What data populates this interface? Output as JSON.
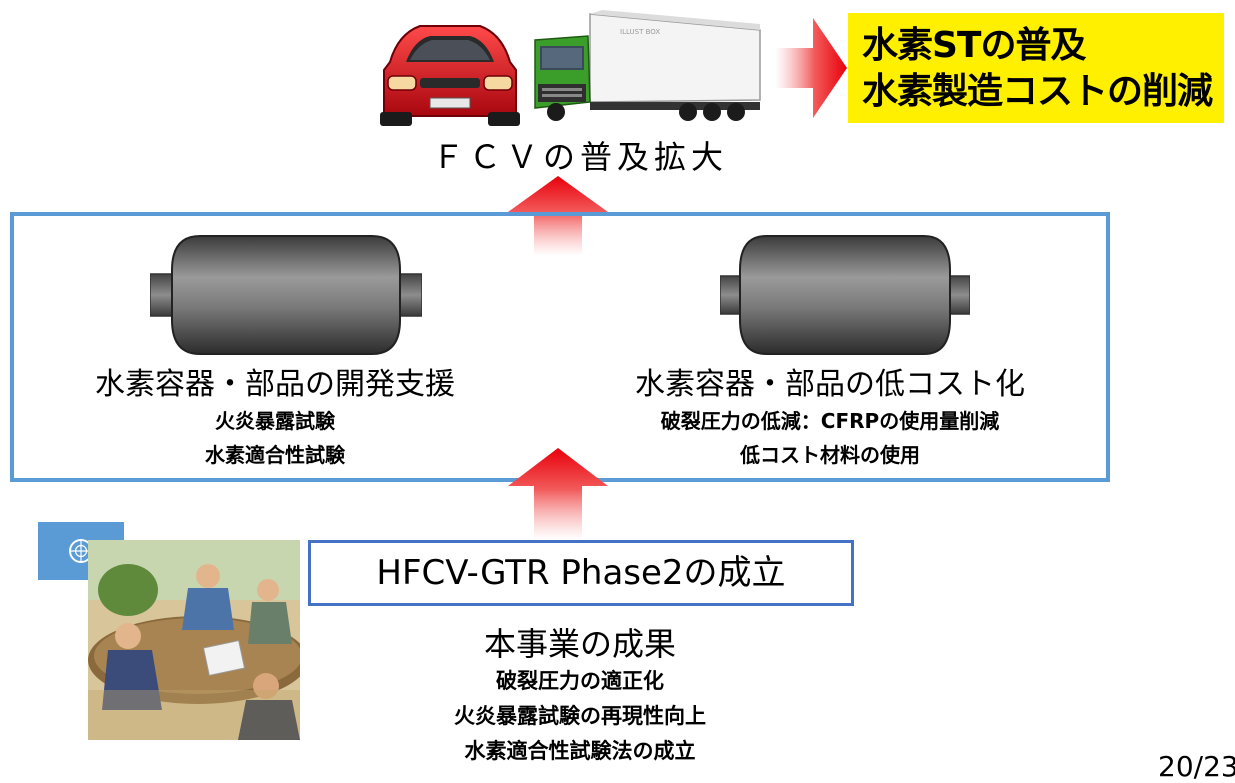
{
  "callout": {
    "line1": "水素STの普及",
    "line2": "水素製造コストの削減",
    "bg_color": "#fff000"
  },
  "top_caption": "ＦＣＶの普及拡大",
  "left_column": {
    "title": "水素容器・部品の開発支援",
    "items": [
      "火炎暴露試験",
      "水素適合性試験"
    ]
  },
  "right_column": {
    "title": "水素容器・部品の低コスト化",
    "items": [
      "破裂圧力の低減：CFRPの使用量削減",
      "低コスト材料の使用"
    ]
  },
  "result_box": {
    "label": "HFCV-GTR Phase2の成立",
    "border_color": "#4472c4"
  },
  "achievements": {
    "title": "本事業の成果",
    "items": [
      "破裂圧力の適正化",
      "火炎暴露試験の再現性向上",
      "水素適合性試験法の成立"
    ]
  },
  "truck_panel_text": "ILLUST BOX",
  "page_number": "20/23",
  "colors": {
    "frame": "#5b9bd5",
    "arrow": "#e8000b",
    "car": "#d6151f",
    "truck_cab": "#3c9e2a",
    "tank": "#6f6f6f"
  },
  "icons": [
    "red-car-icon",
    "truck-icon",
    "red-arrow-icon",
    "hydrogen-tank-icon",
    "un-flag-icon",
    "meeting-illustration"
  ]
}
